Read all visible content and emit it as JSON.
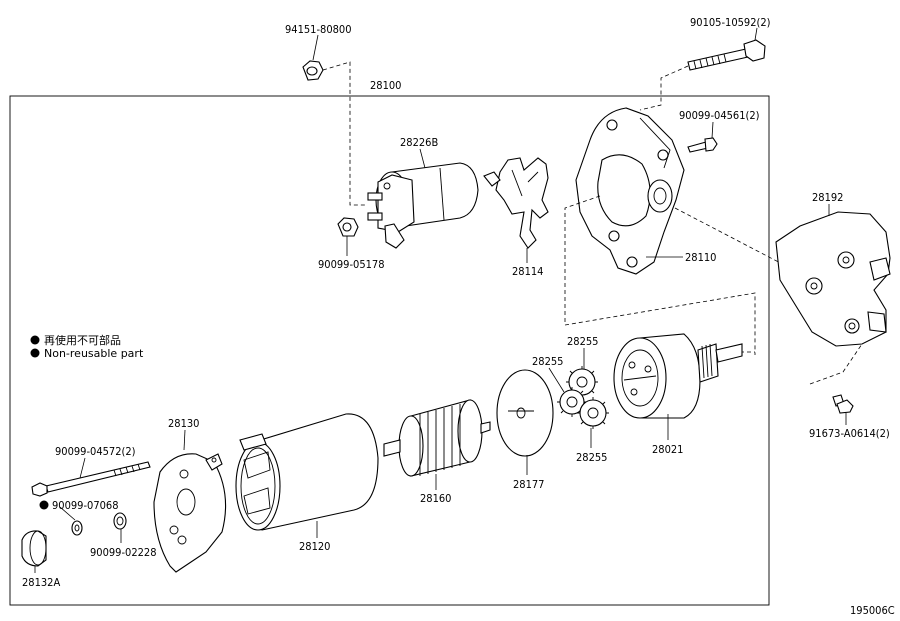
{
  "labels": {
    "p94151": "94151-80800",
    "p90105": "90105-10592(2)",
    "p28100": "28100",
    "p90099_04561": "90099-04561(2)",
    "p28226B": "28226B",
    "p90099_05178": "90099-05178",
    "p28114": "28114",
    "p28110": "28110",
    "p28192": "28192",
    "p28255a": "28255",
    "p28255b": "28255",
    "p28255c": "28255",
    "p28130": "28130",
    "p90099_04572": "90099-04572(2)",
    "p90099_07068": "90099-07068",
    "p90099_02228": "90099-02228",
    "p28132A": "28132A",
    "p28120": "28120",
    "p28160": "28160",
    "p28177": "28177",
    "p28021": "28021",
    "p91673": "91673-A0614(2)"
  },
  "legend": {
    "line1": "再使用不可部品",
    "line2": "Non-reusable part"
  },
  "diagram_code": "195006C"
}
